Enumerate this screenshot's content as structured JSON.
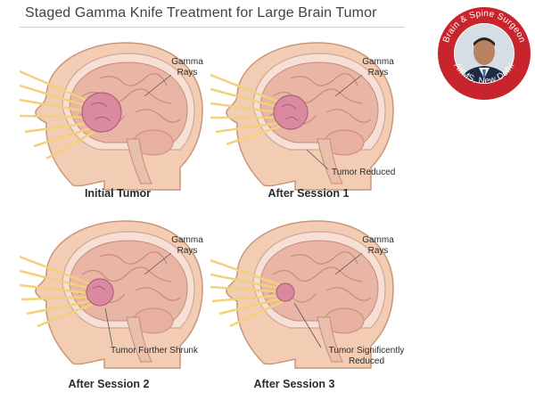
{
  "title": "Staged Gamma Knife Treatment for Large Brain Tumor",
  "panels": [
    {
      "caption": "Initial Tumor",
      "ray_label": "Gamma\nRays",
      "tumor_label": ""
    },
    {
      "caption": "After Session 1",
      "ray_label": "Gamma\nRays",
      "tumor_label": "Tumor Reduced"
    },
    {
      "caption": "After Session 2",
      "ray_label": "Gamma\nRays",
      "tumor_label": "Tumor Further Shrunk"
    },
    {
      "caption": "After Session 3",
      "ray_label": "Gamma\nRays",
      "tumor_label": "Tumor Significently\nReduced"
    }
  ],
  "badge": {
    "top_text": "Brain & Spine Surgeon",
    "bottom_text": "AIIMS, New Delhi"
  },
  "colors": {
    "skin": "#f2cdb3",
    "skin_shadow": "#e0a98b",
    "brain": "#e9b6a6",
    "brain_fold": "#c98a7a",
    "tumor": "#d98aa0",
    "rays": "#f1d27a",
    "badge_red": "#c8242b"
  }
}
